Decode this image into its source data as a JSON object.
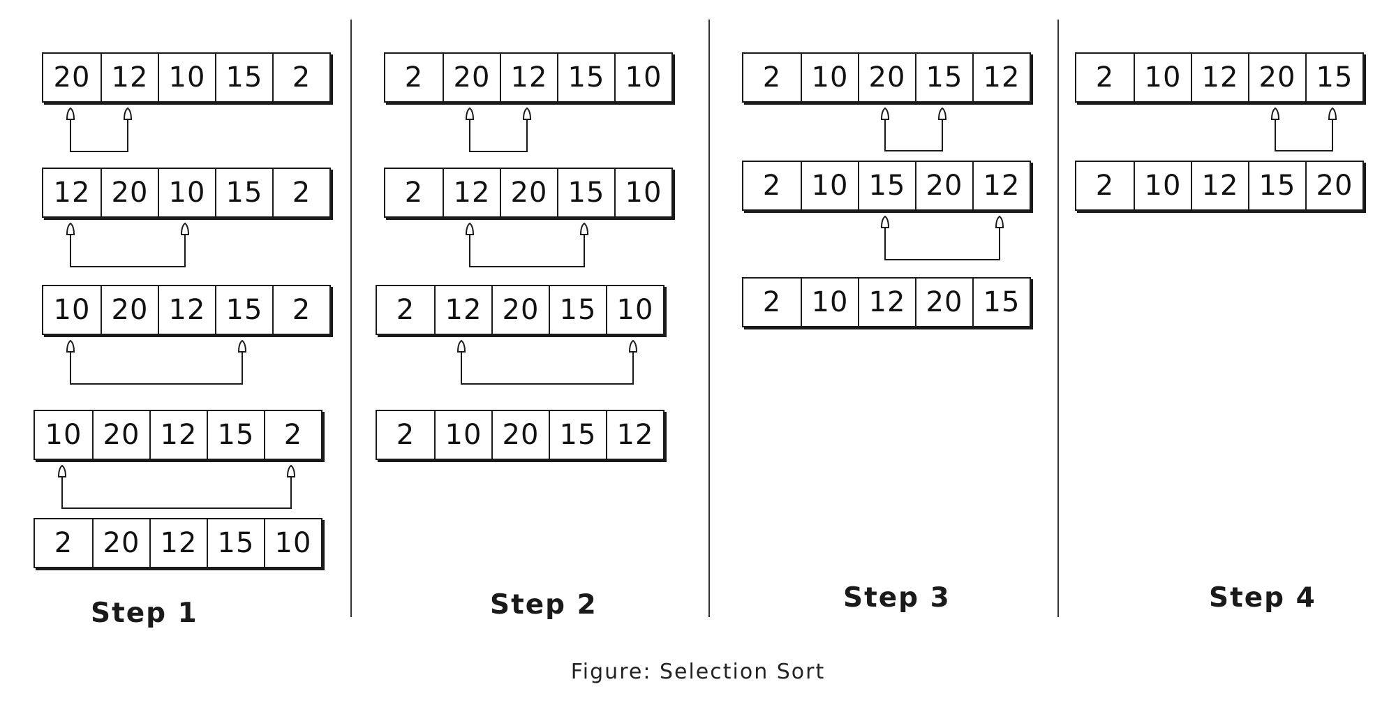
{
  "figure": {
    "caption": "Figure: Selection Sort",
    "steps": [
      {
        "label": "Step 1",
        "arrays": [
          [
            "20",
            "12",
            "10",
            "15",
            "2"
          ],
          [
            "12",
            "20",
            "10",
            "15",
            "2"
          ],
          [
            "10",
            "20",
            "12",
            "15",
            "2"
          ],
          [
            "10",
            "20",
            "12",
            "15",
            "2"
          ],
          [
            "2",
            "20",
            "12",
            "15",
            "10"
          ]
        ],
        "swaps": [
          [
            0,
            1
          ],
          [
            0,
            2
          ],
          [
            0,
            3
          ],
          [
            0,
            4
          ]
        ]
      },
      {
        "label": "Step 2",
        "arrays": [
          [
            "2",
            "20",
            "12",
            "15",
            "10"
          ],
          [
            "2",
            "12",
            "20",
            "15",
            "10"
          ],
          [
            "2",
            "12",
            "20",
            "15",
            "10"
          ],
          [
            "2",
            "10",
            "20",
            "15",
            "12"
          ]
        ],
        "swaps": [
          [
            1,
            2
          ],
          [
            1,
            3
          ],
          [
            1,
            4
          ]
        ]
      },
      {
        "label": "Step 3",
        "arrays": [
          [
            "2",
            "10",
            "20",
            "15",
            "12"
          ],
          [
            "2",
            "10",
            "15",
            "20",
            "12"
          ],
          [
            "2",
            "10",
            "12",
            "20",
            "15"
          ]
        ],
        "swaps": [
          [
            2,
            3
          ],
          [
            2,
            4
          ]
        ]
      },
      {
        "label": "Step 4",
        "arrays": [
          [
            "2",
            "10",
            "12",
            "20",
            "15"
          ],
          [
            "2",
            "10",
            "12",
            "15",
            "20"
          ]
        ],
        "swaps": [
          [
            3,
            4
          ]
        ]
      }
    ]
  }
}
